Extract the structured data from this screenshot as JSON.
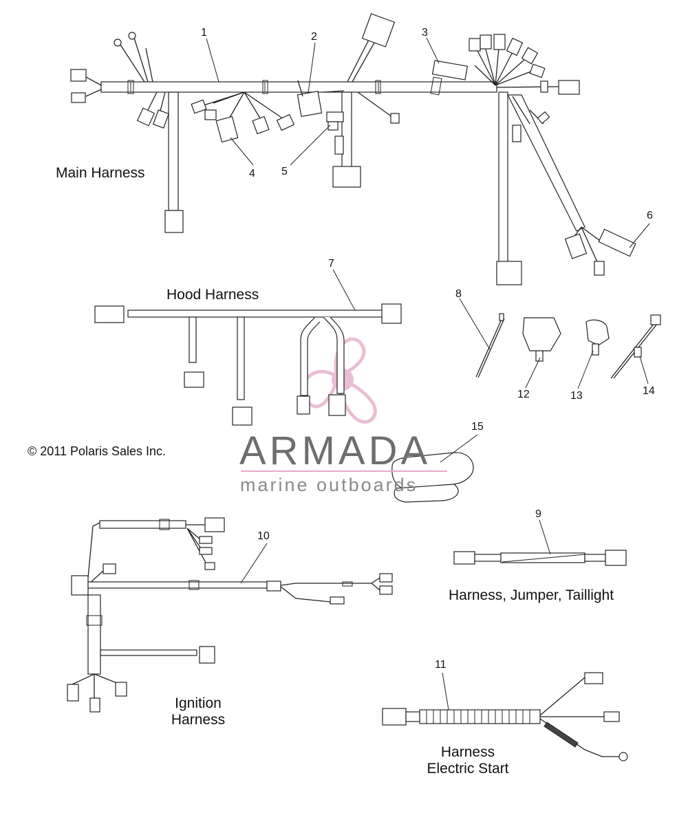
{
  "labels": {
    "main_harness": "Main Harness",
    "hood_harness": "Hood Harness",
    "ignition_harness_l1": "Ignition",
    "ignition_harness_l2": "Harness",
    "taillight_jumper": "Harness, Jumper, Taillight",
    "electric_start_l1": "Harness",
    "electric_start_l2": "Electric Start",
    "copyright": "© 2011 Polaris Sales Inc."
  },
  "callouts": [
    "1",
    "2",
    "3",
    "4",
    "5",
    "6",
    "7",
    "8",
    "9",
    "10",
    "11",
    "12",
    "13",
    "14",
    "15"
  ],
  "watermark": {
    "brand": "ARMADA",
    "tagline": "marine outboards",
    "accent_color": "#e3a9c6",
    "text_color": "#6e6e6e"
  }
}
